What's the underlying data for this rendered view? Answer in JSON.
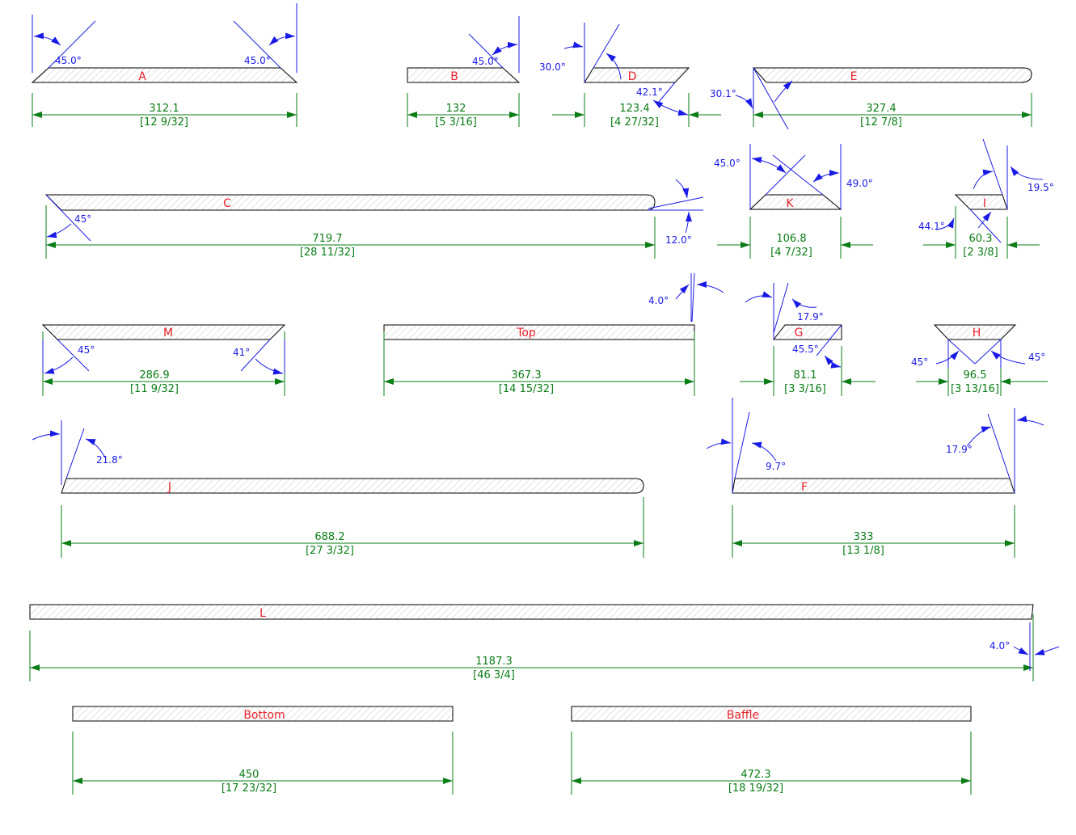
{
  "colors": {
    "outline": "#000000",
    "label": "#e8202a",
    "dimension": "#0a7d16",
    "angle": "#1a1ae6",
    "hatch": "#bfbfbf"
  },
  "parts": [
    {
      "id": "A",
      "label": "A",
      "mm": "312.1",
      "inch": "[12 9/32]",
      "angles": [
        "45.0°",
        "45.0°"
      ]
    },
    {
      "id": "B",
      "label": "B",
      "mm": "132",
      "inch": "[5 3/16]",
      "angles": [
        "45.0°"
      ]
    },
    {
      "id": "D",
      "label": "D",
      "mm": "123.4",
      "inch": "[4 27/32]",
      "angles": [
        "30.0°",
        "42.1°"
      ]
    },
    {
      "id": "E",
      "label": "E",
      "mm": "327.4",
      "inch": "[12 7/8]",
      "angles": [
        "30.1°"
      ]
    },
    {
      "id": "C",
      "label": "C",
      "mm": "719.7",
      "inch": "[28 11/32]",
      "angles": [
        "45°",
        "12.0°"
      ]
    },
    {
      "id": "K",
      "label": "K",
      "mm": "106.8",
      "inch": "[4 7/32]",
      "angles": [
        "45.0°",
        "49.0°"
      ]
    },
    {
      "id": "I",
      "label": "I",
      "mm": "60.3",
      "inch": "[2 3/8]",
      "angles": [
        "19.5°",
        "44.1°"
      ]
    },
    {
      "id": "M",
      "label": "M",
      "mm": "286.9",
      "inch": "[11 9/32]",
      "angles": [
        "45°",
        "41°"
      ]
    },
    {
      "id": "Top",
      "label": "Top",
      "mm": "367.3",
      "inch": "[14 15/32]",
      "angles": [
        "4.0°"
      ]
    },
    {
      "id": "G",
      "label": "G",
      "mm": "81.1",
      "inch": "[3 3/16]",
      "angles": [
        "17.9°",
        "45.5°"
      ]
    },
    {
      "id": "H",
      "label": "H",
      "mm": "96.5",
      "inch": "[3 13/16]",
      "angles": [
        "45°",
        "45°"
      ]
    },
    {
      "id": "J",
      "label": "J",
      "mm": "688.2",
      "inch": "[27 3/32]",
      "angles": [
        "21.8°"
      ]
    },
    {
      "id": "F",
      "label": "F",
      "mm": "333",
      "inch": "[13 1/8]",
      "angles": [
        "9.7°",
        "17.9°"
      ]
    },
    {
      "id": "L",
      "label": "L",
      "mm": "1187.3",
      "inch": "[46 3/4]",
      "angles": [
        "4.0°"
      ]
    },
    {
      "id": "Bottom",
      "label": "Bottom",
      "mm": "450",
      "inch": "[17 23/32]",
      "angles": []
    },
    {
      "id": "Baffle",
      "label": "Baffle",
      "mm": "472.3",
      "inch": "[18 19/32]",
      "angles": []
    }
  ]
}
